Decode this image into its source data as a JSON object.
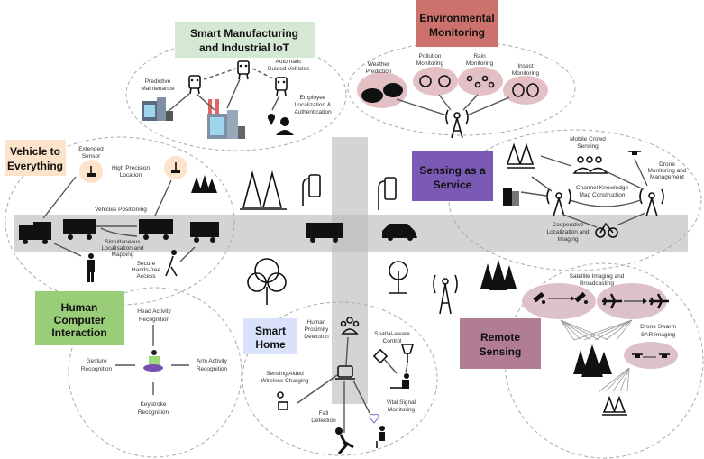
{
  "diagram": {
    "road": {
      "color": "#d4d4d4"
    },
    "categories": [
      {
        "id": "manufacturing",
        "title_lines": [
          "Smart Manufacturing",
          "and Industrial IoT"
        ],
        "box_color": "#d5e8d4",
        "items": [
          {
            "label_lines": [
              "Predictive",
              "Maintenance"
            ]
          },
          {
            "label_lines": [
              "Automatic",
              "Guided Vehicles"
            ]
          },
          {
            "label_lines": [
              "Employee",
              "Localization &",
              "Authentication"
            ]
          }
        ]
      },
      {
        "id": "environmental",
        "title_lines": [
          "Environmental",
          "Monitoring"
        ],
        "box_color": "#cd716c",
        "items": [
          {
            "label_lines": [
              "Weather",
              "Prediction"
            ]
          },
          {
            "label_lines": [
              "Pollution",
              "Monitoring"
            ]
          },
          {
            "label_lines": [
              "Rain",
              "Monitoring"
            ]
          },
          {
            "label_lines": [
              "Insect",
              "Monitoring"
            ]
          }
        ]
      },
      {
        "id": "v2x",
        "title_lines": [
          "Vehicle to",
          "Everything"
        ],
        "box_color": "#fde3c9",
        "items": [
          {
            "label_lines": [
              "Extended",
              "Sensor"
            ]
          },
          {
            "label_lines": [
              "High Precision",
              "Location"
            ]
          },
          {
            "label_lines": [
              "Vehicles Positioning"
            ]
          },
          {
            "label_lines": [
              "Simultaneous",
              "Localisation and",
              "Mapping"
            ]
          },
          {
            "label_lines": [
              "Secure",
              "Hands-free",
              "Access"
            ]
          }
        ]
      },
      {
        "id": "saas",
        "title_lines": [
          "Sensing as a",
          "Service"
        ],
        "box_color": "#7b5ab6",
        "items": [
          {
            "label_lines": [
              "Mobile Crowd",
              "Sensing"
            ]
          },
          {
            "label_lines": [
              "Drone",
              "Monitoring and",
              "Management"
            ]
          },
          {
            "label_lines": [
              "Channel Knowledge",
              "Map Construction"
            ]
          },
          {
            "label_lines": [
              "Cooperative",
              "Localization and",
              "Imaging"
            ]
          }
        ]
      },
      {
        "id": "hci",
        "title_lines": [
          "Human",
          "Computer",
          "Interaction"
        ],
        "box_color": "#9acd77",
        "items": [
          {
            "label_lines": [
              "Head Activity",
              "Recognition"
            ]
          },
          {
            "label_lines": [
              "Gesture",
              "Recognition"
            ]
          },
          {
            "label_lines": [
              "Arm Activity",
              "Recognition"
            ]
          },
          {
            "label_lines": [
              "Keystroke",
              "Recognition"
            ]
          }
        ]
      },
      {
        "id": "smarthome",
        "title_lines": [
          "Smart",
          "Home"
        ],
        "box_color": "#dae2fb",
        "items": [
          {
            "label_lines": [
              "Human",
              "Proximity",
              "Detection"
            ]
          },
          {
            "label_lines": [
              "Spatial-aware",
              "Control"
            ]
          },
          {
            "label_lines": [
              "Sensing Aided",
              "Wireless Charging"
            ]
          },
          {
            "label_lines": [
              "Vital Signal",
              "Monitoring"
            ]
          },
          {
            "label_lines": [
              "Fall",
              "Detection"
            ]
          }
        ]
      },
      {
        "id": "remote",
        "title_lines": [
          "Remote",
          "Sensing"
        ],
        "box_color": "#b07d92",
        "items": [
          {
            "label_lines": [
              "Satellite Imaging and",
              "Broadcasting"
            ]
          },
          {
            "label_lines": [
              "Drone Swarm",
              "SAR Imaging"
            ]
          }
        ]
      }
    ],
    "accent_pink": "#e3c0c4",
    "remote_pink": "#dcc0cc",
    "v2x_circle": "#fde3c9"
  }
}
